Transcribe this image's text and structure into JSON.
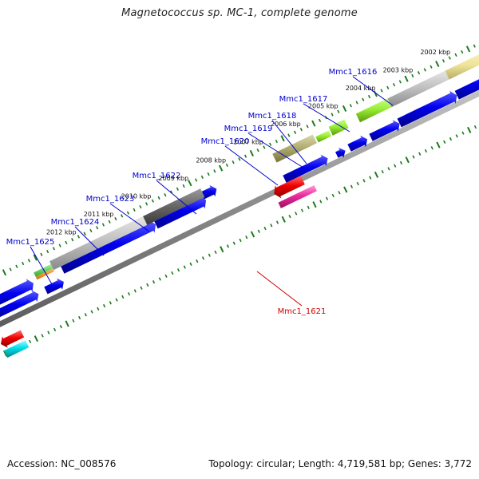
{
  "title": "Magnetococcus sp. MC-1, complete genome",
  "footer": {
    "accession": "Accession: NC_008576",
    "summary": "Topology: circular; Length: 4,719,581 bp; Genes: 3,772"
  },
  "colors": {
    "background": "#ffffff",
    "label_plus": "#0000cc",
    "label_minus": "#cc0000",
    "tick": "#1a7a1a",
    "backbone": "#888888",
    "cds": "#0000ee"
  },
  "ticks": [
    {
      "label": "2002 kbp"
    },
    {
      "label": "2003 kbp"
    },
    {
      "label": "2004 kbp"
    },
    {
      "label": "2005 kbp"
    },
    {
      "label": "2006 kbp"
    },
    {
      "label": "2007 kbp"
    },
    {
      "label": "2008 kbp"
    },
    {
      "label": "2009 kbp"
    },
    {
      "label": "2010 kbp"
    },
    {
      "label": "2011 kbp"
    },
    {
      "label": "2012 kbp"
    }
  ],
  "gene_labels": [
    {
      "id": "Mmc1_1616",
      "strand": "plus"
    },
    {
      "id": "Mmc1_1617",
      "strand": "plus"
    },
    {
      "id": "Mmc1_1618",
      "strand": "plus"
    },
    {
      "id": "Mmc1_1619",
      "strand": "plus"
    },
    {
      "id": "Mmc1_1620",
      "strand": "plus"
    },
    {
      "id": "Mmc1_1622",
      "strand": "plus"
    },
    {
      "id": "Mmc1_1623",
      "strand": "plus"
    },
    {
      "id": "Mmc1_1624",
      "strand": "plus"
    },
    {
      "id": "Mmc1_1625",
      "strand": "plus"
    },
    {
      "id": "Mmc1_1621",
      "strand": "minus"
    }
  ]
}
